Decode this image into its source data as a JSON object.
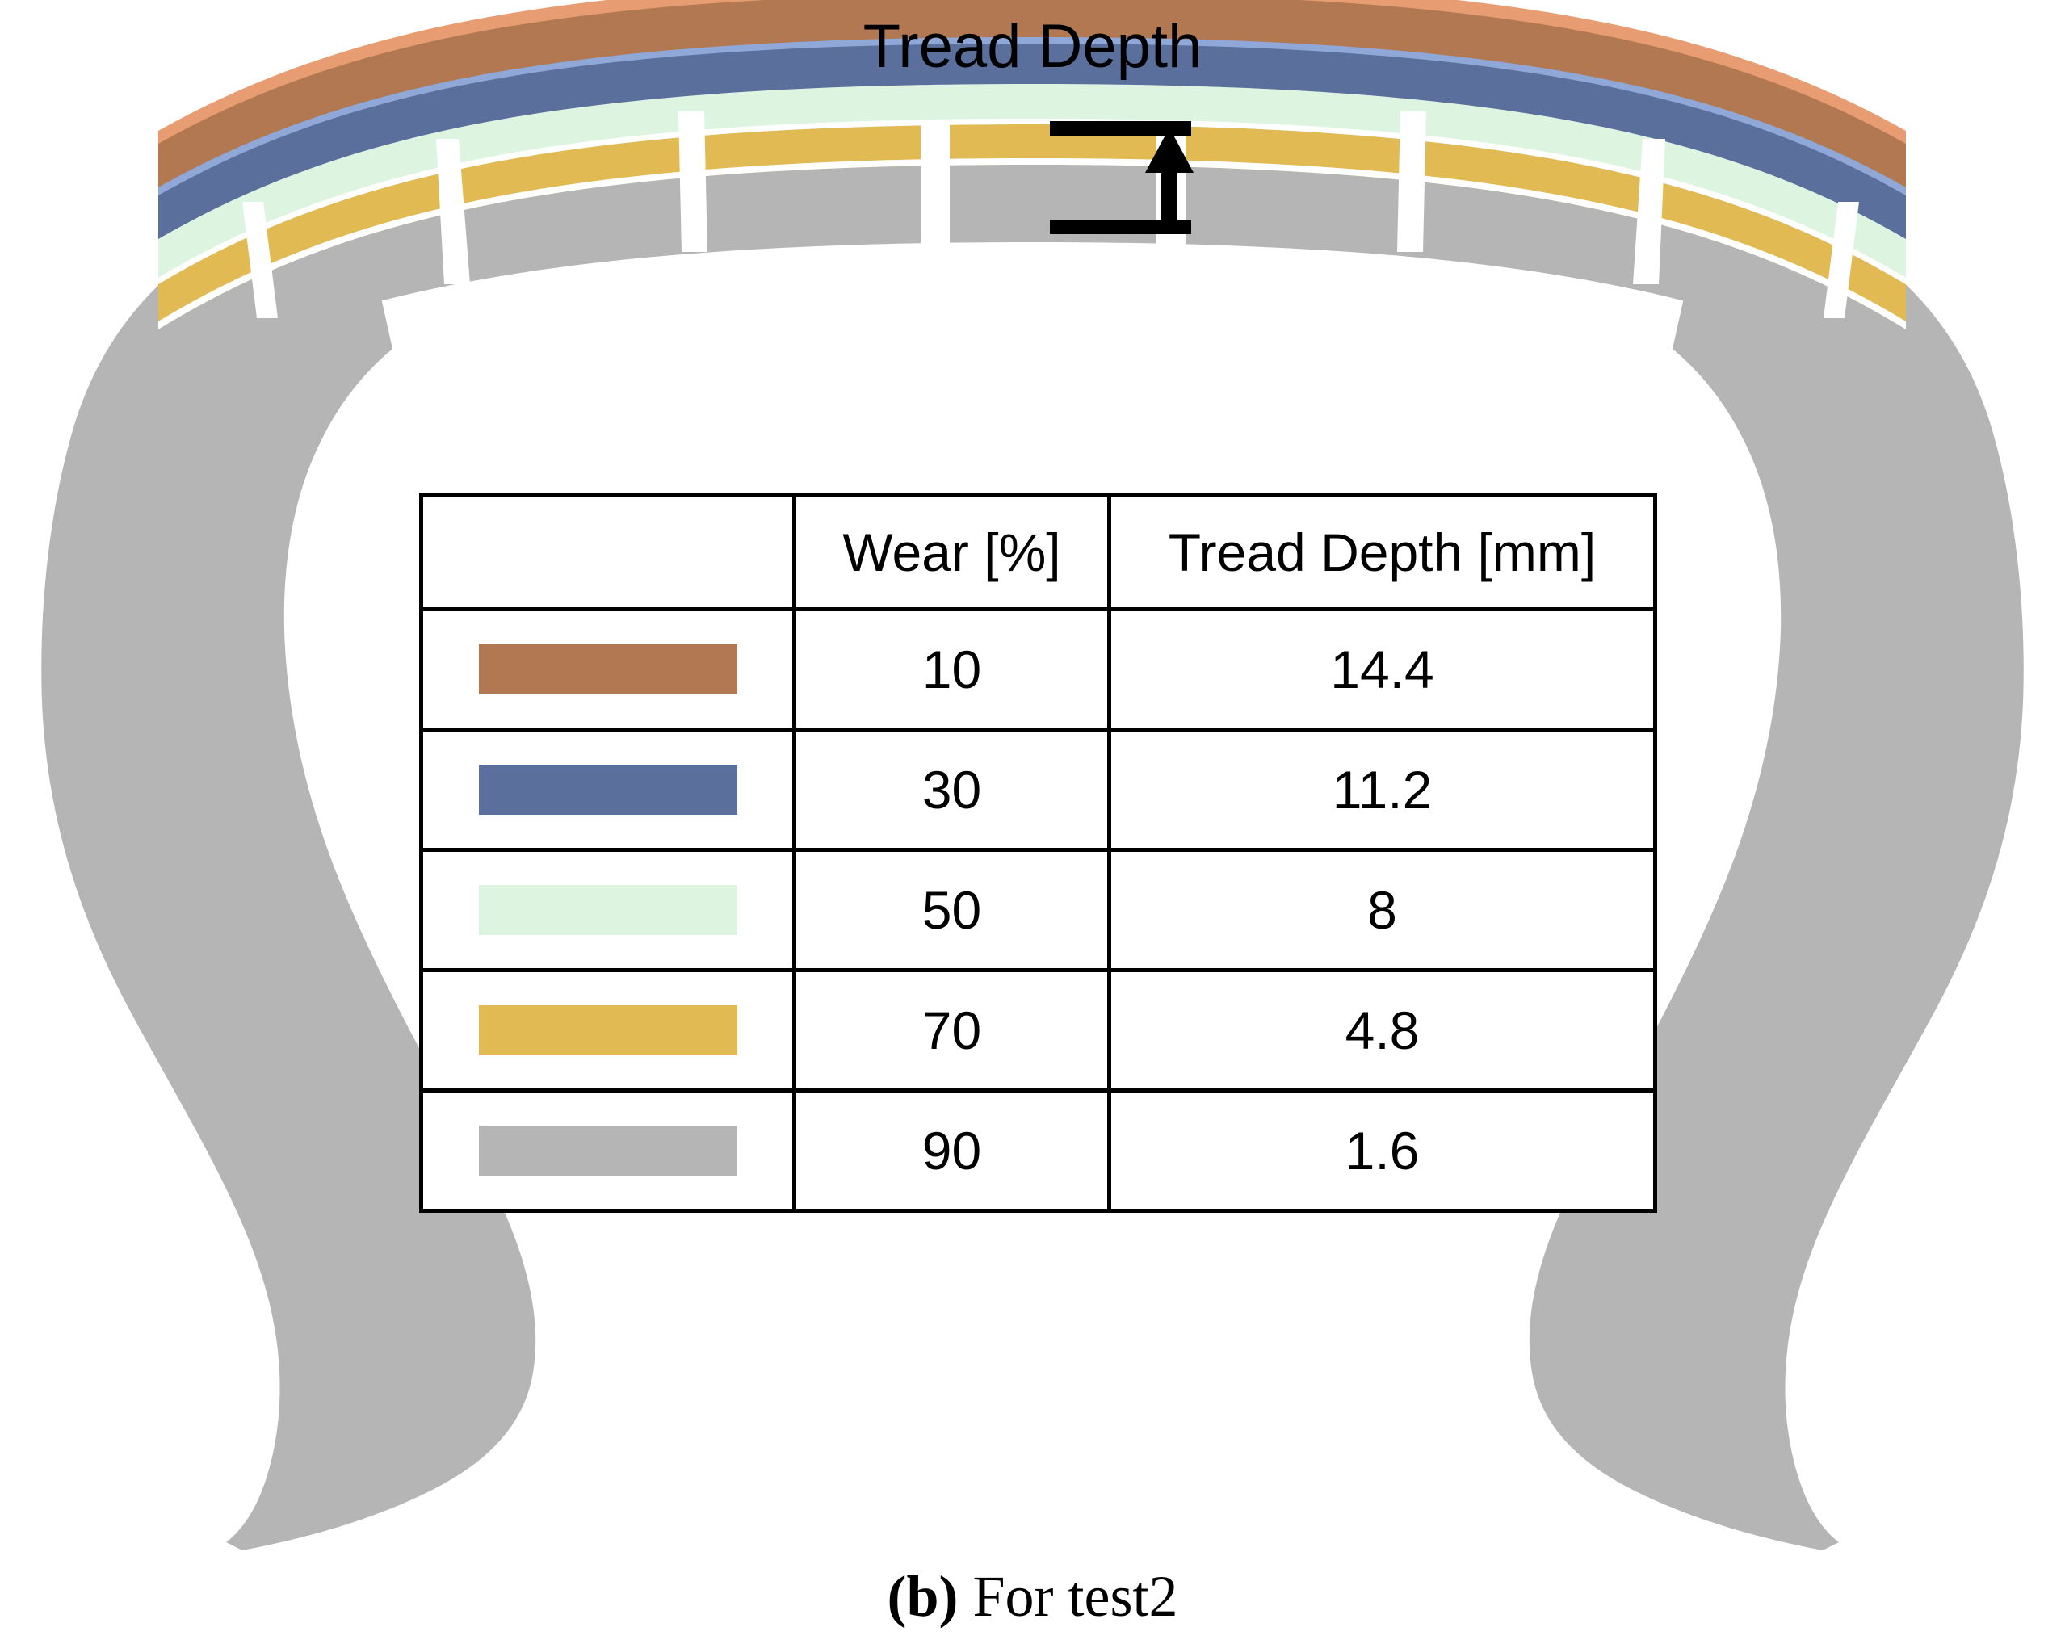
{
  "figure": {
    "title": "Tread Depth",
    "caption_mark": "(b)",
    "caption_text": " For test2"
  },
  "annotation": {
    "label": "Tread Depth",
    "icon": "double-tick-measurement-arrow"
  },
  "legend_table": {
    "headers": {
      "swatch": "",
      "wear": "Wear [%]",
      "depth": "Tread Depth [mm]"
    },
    "rows": [
      {
        "color": "#b17852",
        "wear": "10",
        "depth": "14.4"
      },
      {
        "color": "#5b6f9d",
        "wear": "30",
        "depth": "11.2"
      },
      {
        "color": "#ddf5e0",
        "wear": "50",
        "depth": "8"
      },
      {
        "color": "#e2ba54",
        "wear": "70",
        "depth": "4.8"
      },
      {
        "color": "#b5b5b5",
        "wear": "90",
        "depth": "1.6"
      }
    ]
  },
  "colors": {
    "wear10_brown": "#b17852",
    "wear10_brown_light": "#e79c72",
    "wear30_blue": "#5b6f9d",
    "wear30_blue_light": "#8fa8d8",
    "wear50_mint": "#ddf5e0",
    "wear70_gold": "#e2ba54",
    "wear90_gray": "#b5b5b5",
    "carcass_gray": "#b5b5b5",
    "outline_black": "#000000",
    "background": "#ffffff"
  },
  "chart_data": {
    "type": "table",
    "title": "Tread Depth",
    "categories": [
      "10",
      "30",
      "50",
      "70",
      "90"
    ],
    "series": [
      {
        "name": "Tread Depth [mm]",
        "values": [
          14.4,
          11.2,
          8,
          4.8,
          1.6
        ]
      }
    ],
    "xlabel": "Wear [%]",
    "ylabel": "Tread Depth [mm]",
    "legend_colors": [
      "#b17852",
      "#5b6f9d",
      "#ddf5e0",
      "#e2ba54",
      "#b5b5b5"
    ]
  }
}
